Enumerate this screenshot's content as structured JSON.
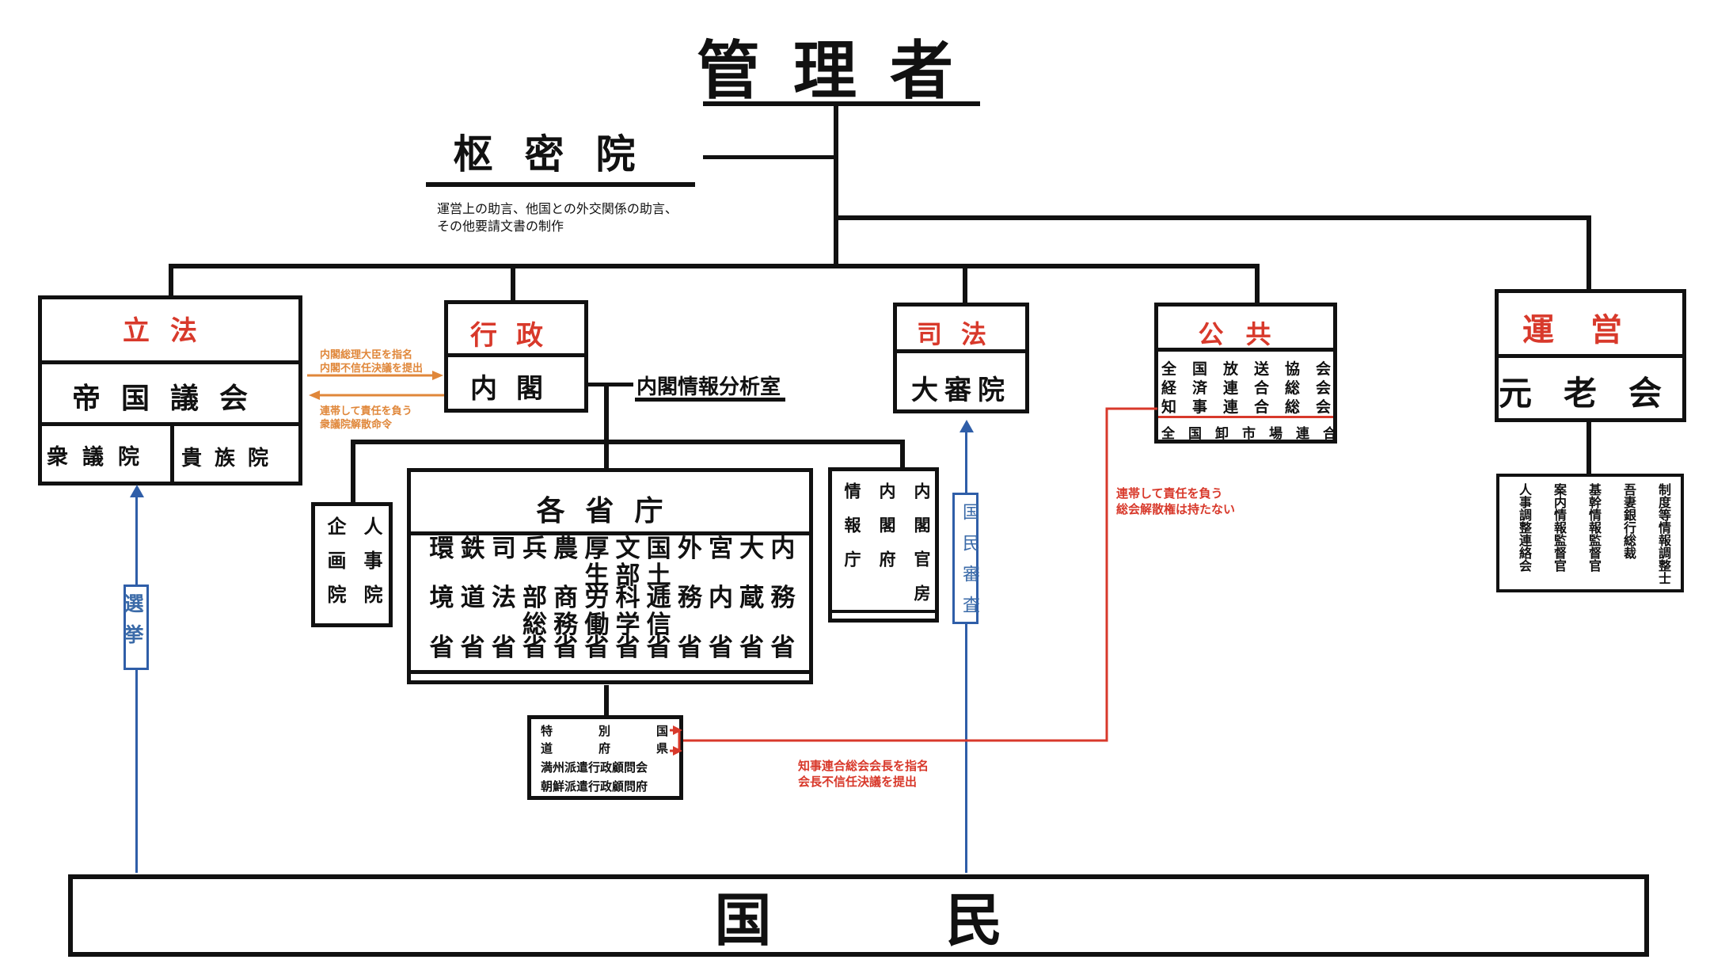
{
  "admin": {
    "title": "管理者"
  },
  "privy": {
    "title": "枢密院",
    "note1": "運営上の助言、他国との外交関係の助言、",
    "note2": "その他要請文書の制作"
  },
  "legislature": {
    "header": "立法",
    "diet": "帝国議会",
    "lower": "衆議院",
    "upper": "貴族院",
    "election": "選挙"
  },
  "executive": {
    "header": "行政",
    "cabinet": "内閣",
    "intel_office": "内閣情報分析室",
    "personnel_left": "企画院",
    "personnel_right": "人事院",
    "ministries_title": "各省庁",
    "ministries": [
      {
        "top": "環",
        "mid": "境",
        "bot": "省"
      },
      {
        "top": "鉄",
        "mid": "道",
        "bot": "省"
      },
      {
        "top": "司",
        "mid": "法",
        "bot": "省"
      },
      {
        "top": "兵",
        "mid": "部総",
        "bot": "省"
      },
      {
        "top": "農",
        "mid": "商務",
        "bot": "省"
      },
      {
        "top": "厚生",
        "mid": "労働",
        "bot": "省"
      },
      {
        "top": "文部",
        "mid": "科学",
        "bot": "省"
      },
      {
        "top": "国土",
        "mid": "逓信",
        "bot": "省"
      },
      {
        "top": "外",
        "mid": "務",
        "bot": "省"
      },
      {
        "top": "宮",
        "mid": "内",
        "bot": "省"
      },
      {
        "top": "大",
        "mid": "蔵",
        "bot": "省"
      },
      {
        "top": "内",
        "mid": "務",
        "bot": "省"
      }
    ],
    "cabinet_offices": [
      "内閣官房",
      "内閣府",
      "情報庁"
    ],
    "special": {
      "line1a": "特別国",
      "line1b": "道府県",
      "line2": "満州派遣行政顧問会",
      "line3": "朝鮮派遣行政顧問府"
    }
  },
  "judiciary": {
    "header": "司法",
    "court": "大審院",
    "review": "国民審査"
  },
  "public": {
    "header": "公共",
    "rows": [
      "全国放送協会",
      "経済連合総会",
      "知事連合総会"
    ],
    "market": "全国卸市場連合"
  },
  "operations": {
    "header": "運営",
    "elders": "元老会",
    "posts": [
      "制度等情報調整士",
      "吾妻銀行総裁",
      "基幹情報監督官",
      "案内情報監督官",
      "人事調整連絡会"
    ]
  },
  "annotations": {
    "cabinet_to_diet_1": "内閣総理大臣を指名",
    "cabinet_to_diet_2": "内閣不信任決議を提出",
    "diet_to_cabinet_1": "連帯して責任を負う",
    "diet_to_cabinet_2": "衆議院解散命令",
    "public_to_special_1": "連帯して責任を負う",
    "public_to_special_2": "総会解散権は持たない",
    "special_to_public_1": "知事連合総会会長を指名",
    "special_to_public_2": "会長不信任決議を提出"
  },
  "people": {
    "title": "国民"
  },
  "colors": {
    "red": "#d8392b",
    "orange": "#e0873a",
    "blue": "#3a6aa8",
    "black": "#111111"
  }
}
